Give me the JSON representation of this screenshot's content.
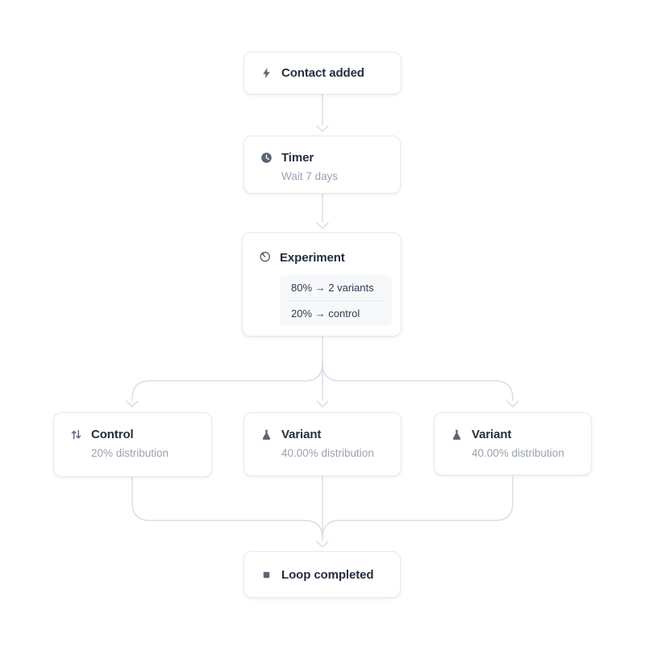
{
  "colors": {
    "background": "#ffffff",
    "card_background": "#ffffff",
    "card_border": "#e7eaf0",
    "connector_line": "#d9dde6",
    "title_text": "#242e42",
    "subtitle_text": "#9aa2b1",
    "icon_color": "#5b6675",
    "split_box_background": "#f7f8fa",
    "split_box_text": "#303c52"
  },
  "nodes": {
    "contact_added": {
      "title": "Contact added",
      "icon": "bolt-icon"
    },
    "timer": {
      "title": "Timer",
      "subtitle": "Wait 7 days",
      "icon": "clock-icon"
    },
    "experiment": {
      "title": "Experiment",
      "icon": "gauge-cursor-icon",
      "splits": [
        {
          "label": "80% → 2 variants"
        },
        {
          "label": "20% → control"
        }
      ]
    },
    "control": {
      "title": "Control",
      "subtitle": "20% distribution",
      "icon": "arrows-up-down-icon"
    },
    "variant_left": {
      "title": "Variant",
      "subtitle": "40.00% distribution",
      "icon": "flask-icon"
    },
    "variant_right": {
      "title": "Variant",
      "subtitle": "40.00% distribution",
      "icon": "flask-icon"
    },
    "loop_completed": {
      "title": "Loop completed",
      "icon": "stop-icon"
    }
  }
}
